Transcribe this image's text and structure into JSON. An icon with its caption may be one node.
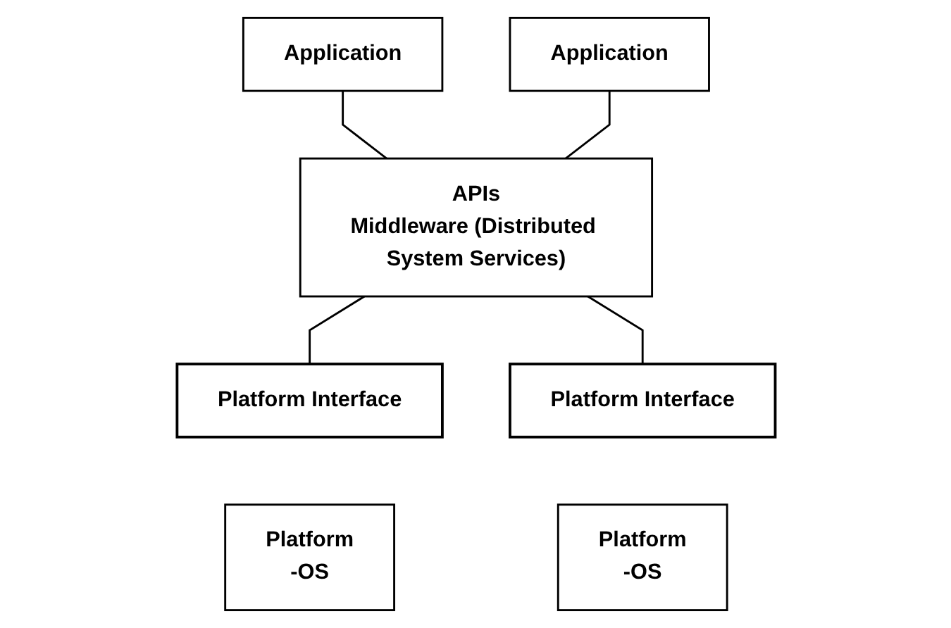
{
  "diagram": {
    "nodes": [
      {
        "text": [
          "Application"
        ]
      },
      {
        "text": [
          "Application"
        ]
      },
      {
        "text": [
          "APIs",
          "Middleware (Distributed System Services)"
        ]
      },
      {
        "text": [
          "Platform Interface"
        ]
      },
      {
        "text": [
          "Platform Interface"
        ]
      },
      {
        "text": [
          "Platform",
          "-OS"
        ]
      },
      {
        "text": [
          "Platform",
          "-OS"
        ]
      }
    ],
    "edges": [
      {
        "from": 0,
        "to": 2,
        "arrow": "none"
      },
      {
        "from": 1,
        "to": 2,
        "arrow": "none"
      },
      {
        "from": 2,
        "to": 3,
        "arrow": "none"
      },
      {
        "from": 2,
        "to": 4,
        "arrow": "none"
      }
    ]
  }
}
